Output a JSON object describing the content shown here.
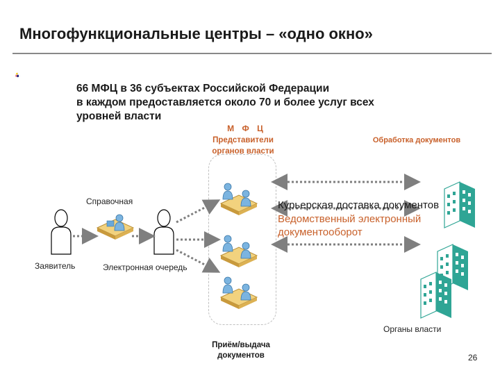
{
  "title": "Многофункциональные центры – «одно окно»",
  "intro": {
    "line1": "66 МФЦ в 36 субъектах Российской Федерации",
    "line2": "в каждом предоставляется около 70 и более услуг всех",
    "line3": "уровней власти"
  },
  "mfc": {
    "title": "М Ф Ц",
    "subtitle_line1": "Представители",
    "subtitle_line2": "органов власти"
  },
  "processing_label": "Обработка документов",
  "reference_label": "Справочная",
  "applicant_label": "Заявитель",
  "queue_label": "Электронная очередь",
  "courier_label": "Курьерская доставка документов",
  "edms_label": "Ведомственный электронный документооборот",
  "authorities_label": "Органы власти",
  "bottom_label": {
    "line1": "Приём/выдача",
    "line2": "документов"
  },
  "page_number": "26",
  "colors": {
    "accent_orange": "#c8602a",
    "building_teal": "#2fa595",
    "arrow_gray": "#7f7f7f",
    "person_skin": "#7bb4e0",
    "desk": "#e8c46a",
    "deco_yellow": "#ffd200",
    "deco_blue": "#1c2f8a",
    "deco_red": "#e82a30"
  }
}
